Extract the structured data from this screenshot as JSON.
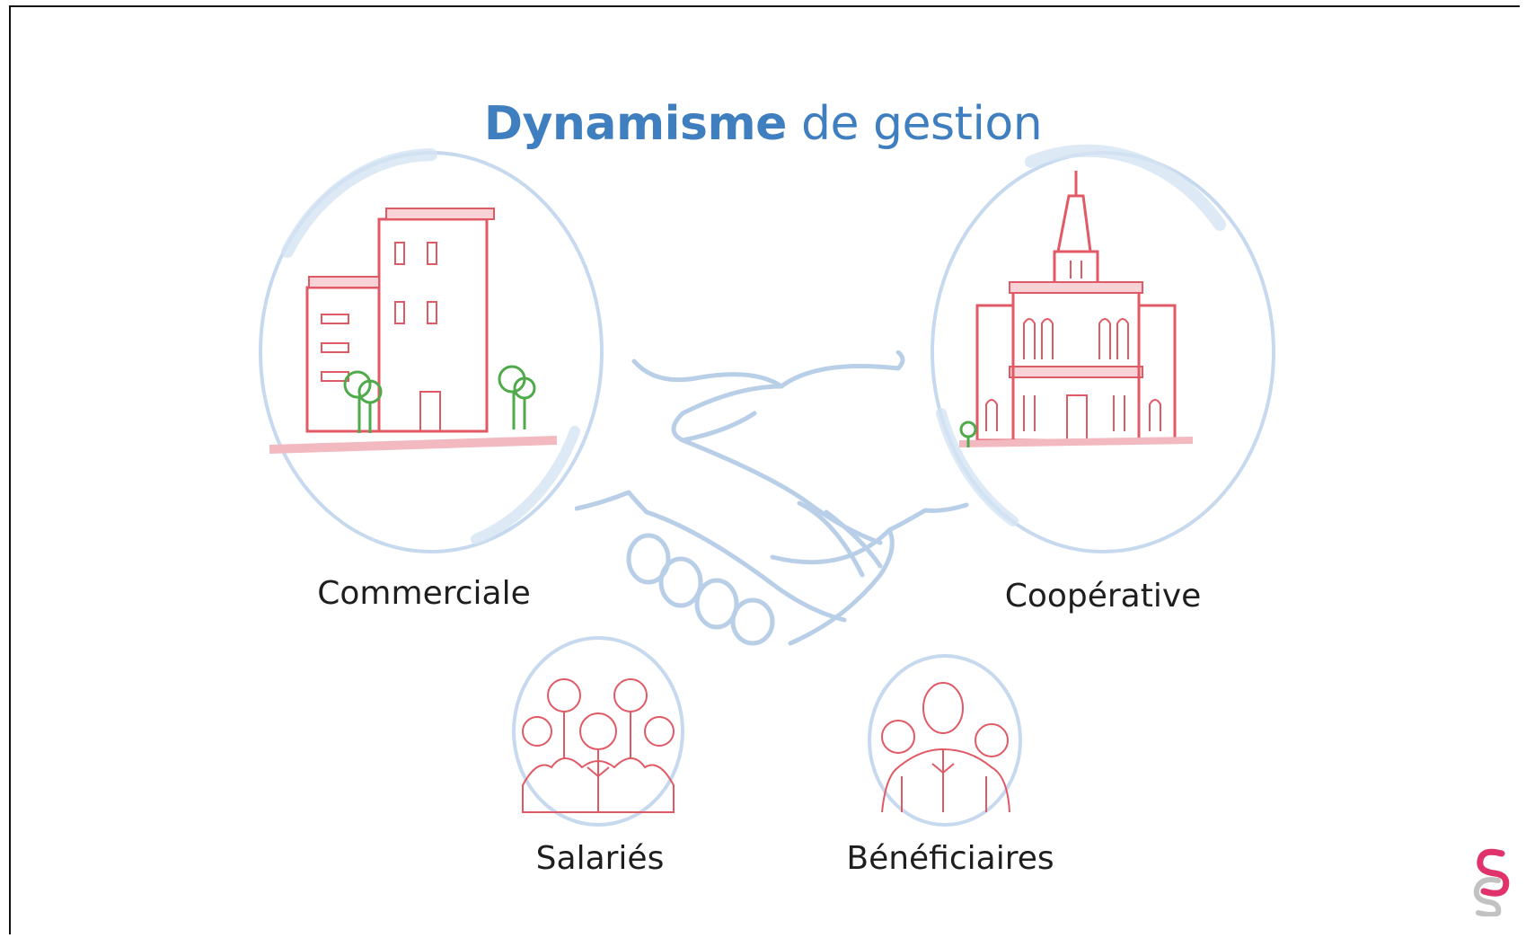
{
  "title": {
    "bold": "Dynamisme",
    "rest": "de gestion"
  },
  "labels": {
    "commerciale": "Commerciale",
    "cooperative": "Coopérative",
    "salaries": "Salariés",
    "beneficiaires": "Bénéficiaires"
  },
  "colors": {
    "title_blue": "#3f7fbf",
    "bubble_blue": "#b9cfe8",
    "sketch_red": "#e05a66",
    "tree_green": "#4faa4a",
    "logo_pink": "#e0336b",
    "logo_grey": "#b3b3b3"
  },
  "icons": [
    "office-building-icon",
    "city-hall-icon",
    "handshake-icon",
    "employees-group-icon",
    "beneficiaries-group-icon",
    "brand-logo-icon"
  ]
}
